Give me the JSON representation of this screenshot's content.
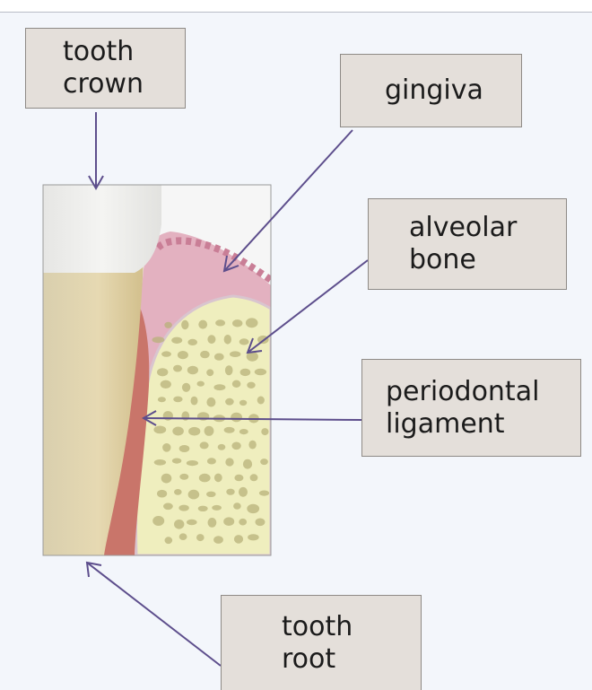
{
  "labels": {
    "tooth_crown": "tooth\ncrown",
    "gingiva": "gingiva",
    "alveolar_bone": "alveolar\nbone",
    "periodontal_ligament": "periodontal\nligament",
    "tooth_root": "tooth\nroot"
  },
  "colors": {
    "arrow": "#5d4e8c",
    "label_background": "#e4dfda",
    "label_border": "#8e8a86",
    "enamel": "#ecece8",
    "dentin": "#dfd1a9",
    "ligament": "#c9756a",
    "gingiva": "#e3b1c0",
    "bone": "#efeebe",
    "bone_pores": "#b8b27a"
  }
}
